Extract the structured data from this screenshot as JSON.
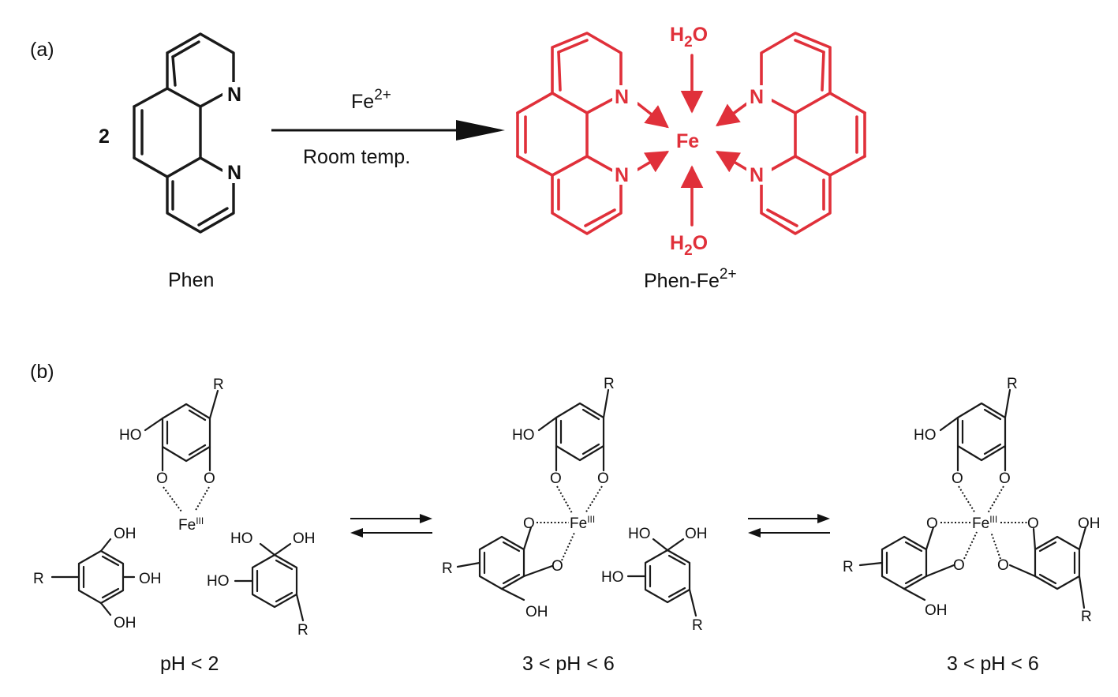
{
  "panel_a": {
    "label": "(a)",
    "stoich": "2",
    "n_label": "N",
    "reactant_label": "Phen",
    "reagent": "Fe",
    "reagent_sup": "2+",
    "condition": "Room temp.",
    "center": "Fe",
    "water": "H",
    "water_sub": "2",
    "water_o": "O",
    "product_label": "Phen-Fe",
    "product_sup": "2+"
  },
  "panel_b": {
    "label": "(b)",
    "r": "R",
    "ho": "HO",
    "oh": "OH",
    "o": "O",
    "fe": "Fe",
    "fe_sup": "III",
    "cond_left": "pH < 2",
    "cond_mid": "3 < pH < 6",
    "cond_right": "3 < pH < 6"
  },
  "colors": {
    "complex": "#e0303a",
    "ink": "#1a1a1a"
  }
}
